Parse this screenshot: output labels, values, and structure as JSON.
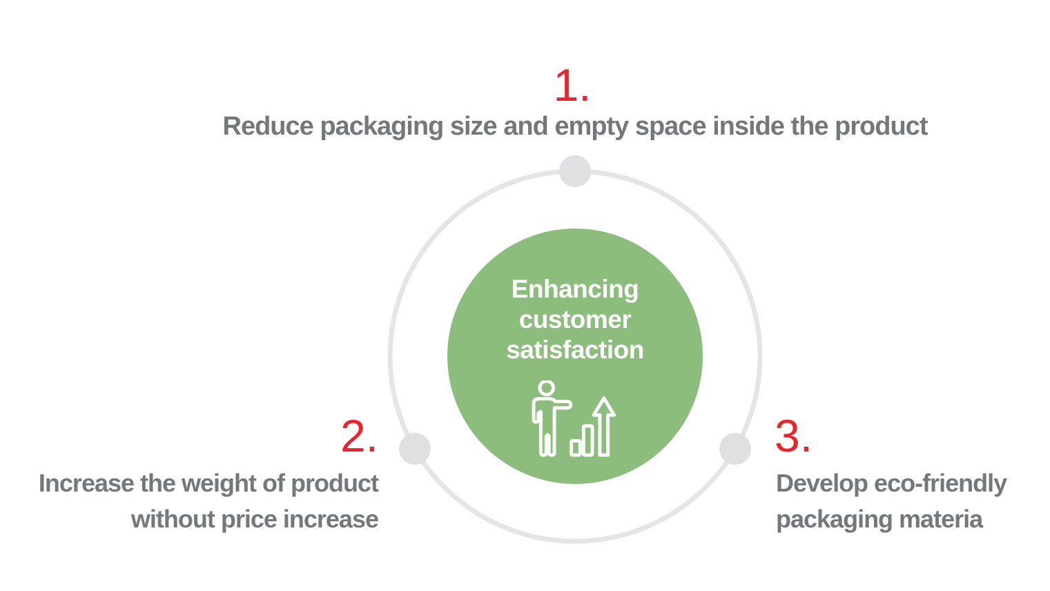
{
  "center": {
    "label": "Enhancing customer satisfaction",
    "icon": "person-growth-chart-icon"
  },
  "steps": [
    {
      "number": "1.",
      "lines": [
        "Reduce packaging size and empty space inside the product"
      ]
    },
    {
      "number": "2.",
      "lines": [
        "Increase the weight of product",
        "without price increase"
      ]
    },
    {
      "number": "3.",
      "lines": [
        "Develop eco-friendly",
        "packaging materia"
      ]
    }
  ],
  "colors": {
    "background": "#ffffff",
    "center_circle": "#8cbd7d",
    "center_text": "#ffffff",
    "step_number": "#ed222d",
    "step_label": "#75787b",
    "ring": "#e4e5e6",
    "node_dot": "#dee0e2"
  }
}
